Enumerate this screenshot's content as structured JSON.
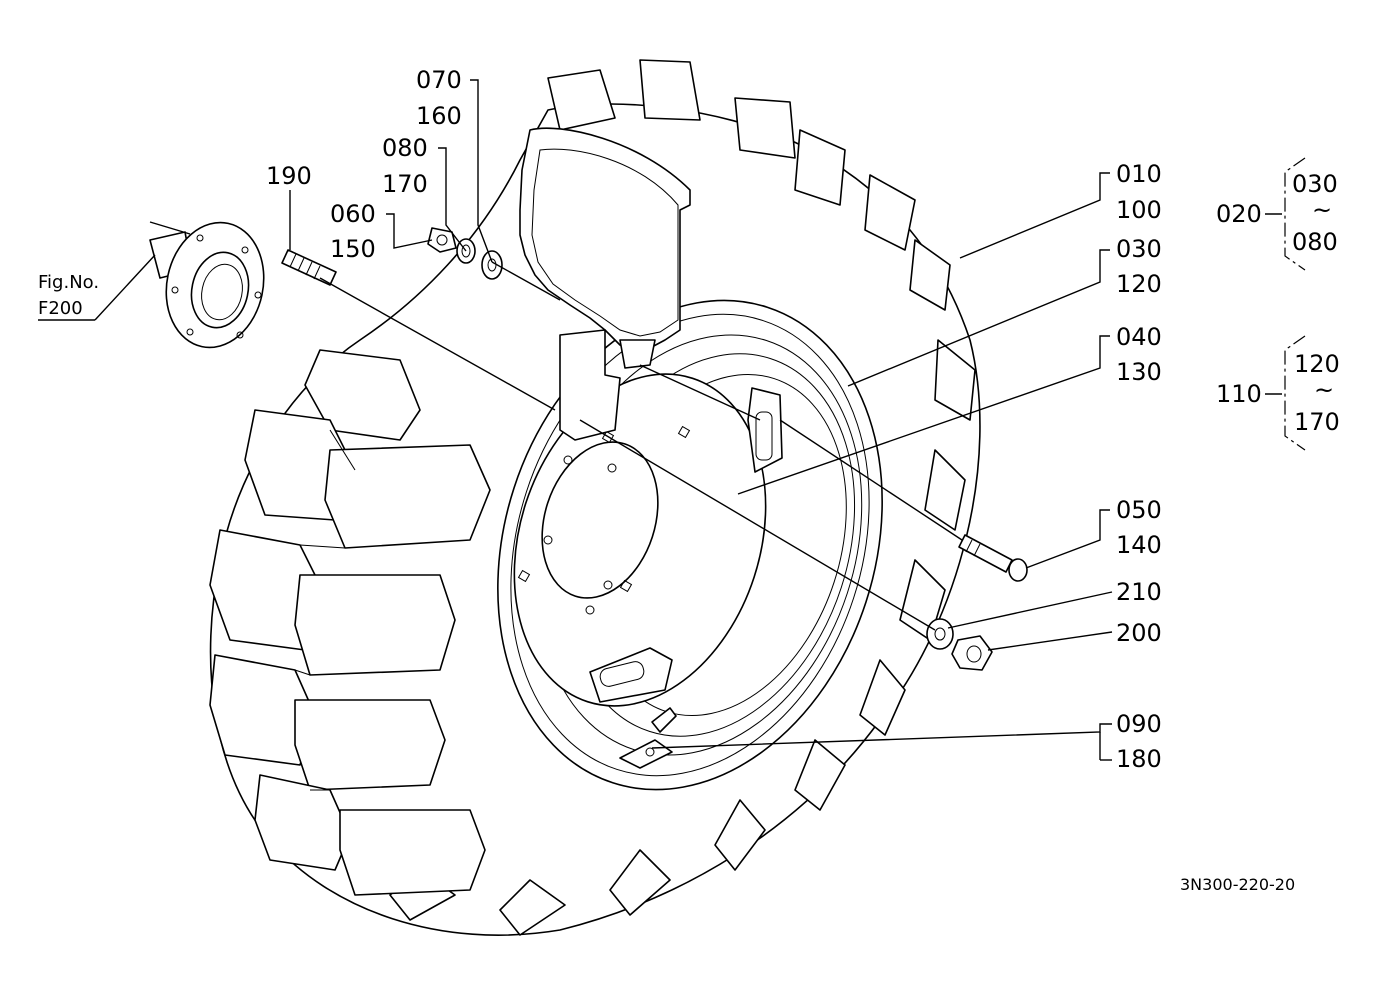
{
  "figure": {
    "fig_ref_label": "Fig.No.",
    "fig_ref_value": "F200",
    "drawing_number": "3N300-220-20"
  },
  "callouts": {
    "c070": "070",
    "c160": "160",
    "c080": "080",
    "c170": "170",
    "c060": "060",
    "c150": "150",
    "c190": "190",
    "c010": "010",
    "c100": "100",
    "c030": "030",
    "c120": "120",
    "c040": "040",
    "c130": "130",
    "c050": "050",
    "c140": "140",
    "c210": "210",
    "c200": "200",
    "c090": "090",
    "c180": "180"
  },
  "groups": {
    "g020": {
      "label": "020",
      "from": "030",
      "tilde": "~",
      "to": "080"
    },
    "g110": {
      "label": "110",
      "from": "120",
      "tilde": "~",
      "to": "170"
    }
  },
  "icons": [
    "axle-flange-icon",
    "stud-bolt-icon",
    "nut-icon",
    "spring-washer-icon",
    "flat-washer-icon",
    "tire-icon",
    "rim-icon",
    "disc-icon",
    "valve-icon",
    "bolt-icon"
  ]
}
